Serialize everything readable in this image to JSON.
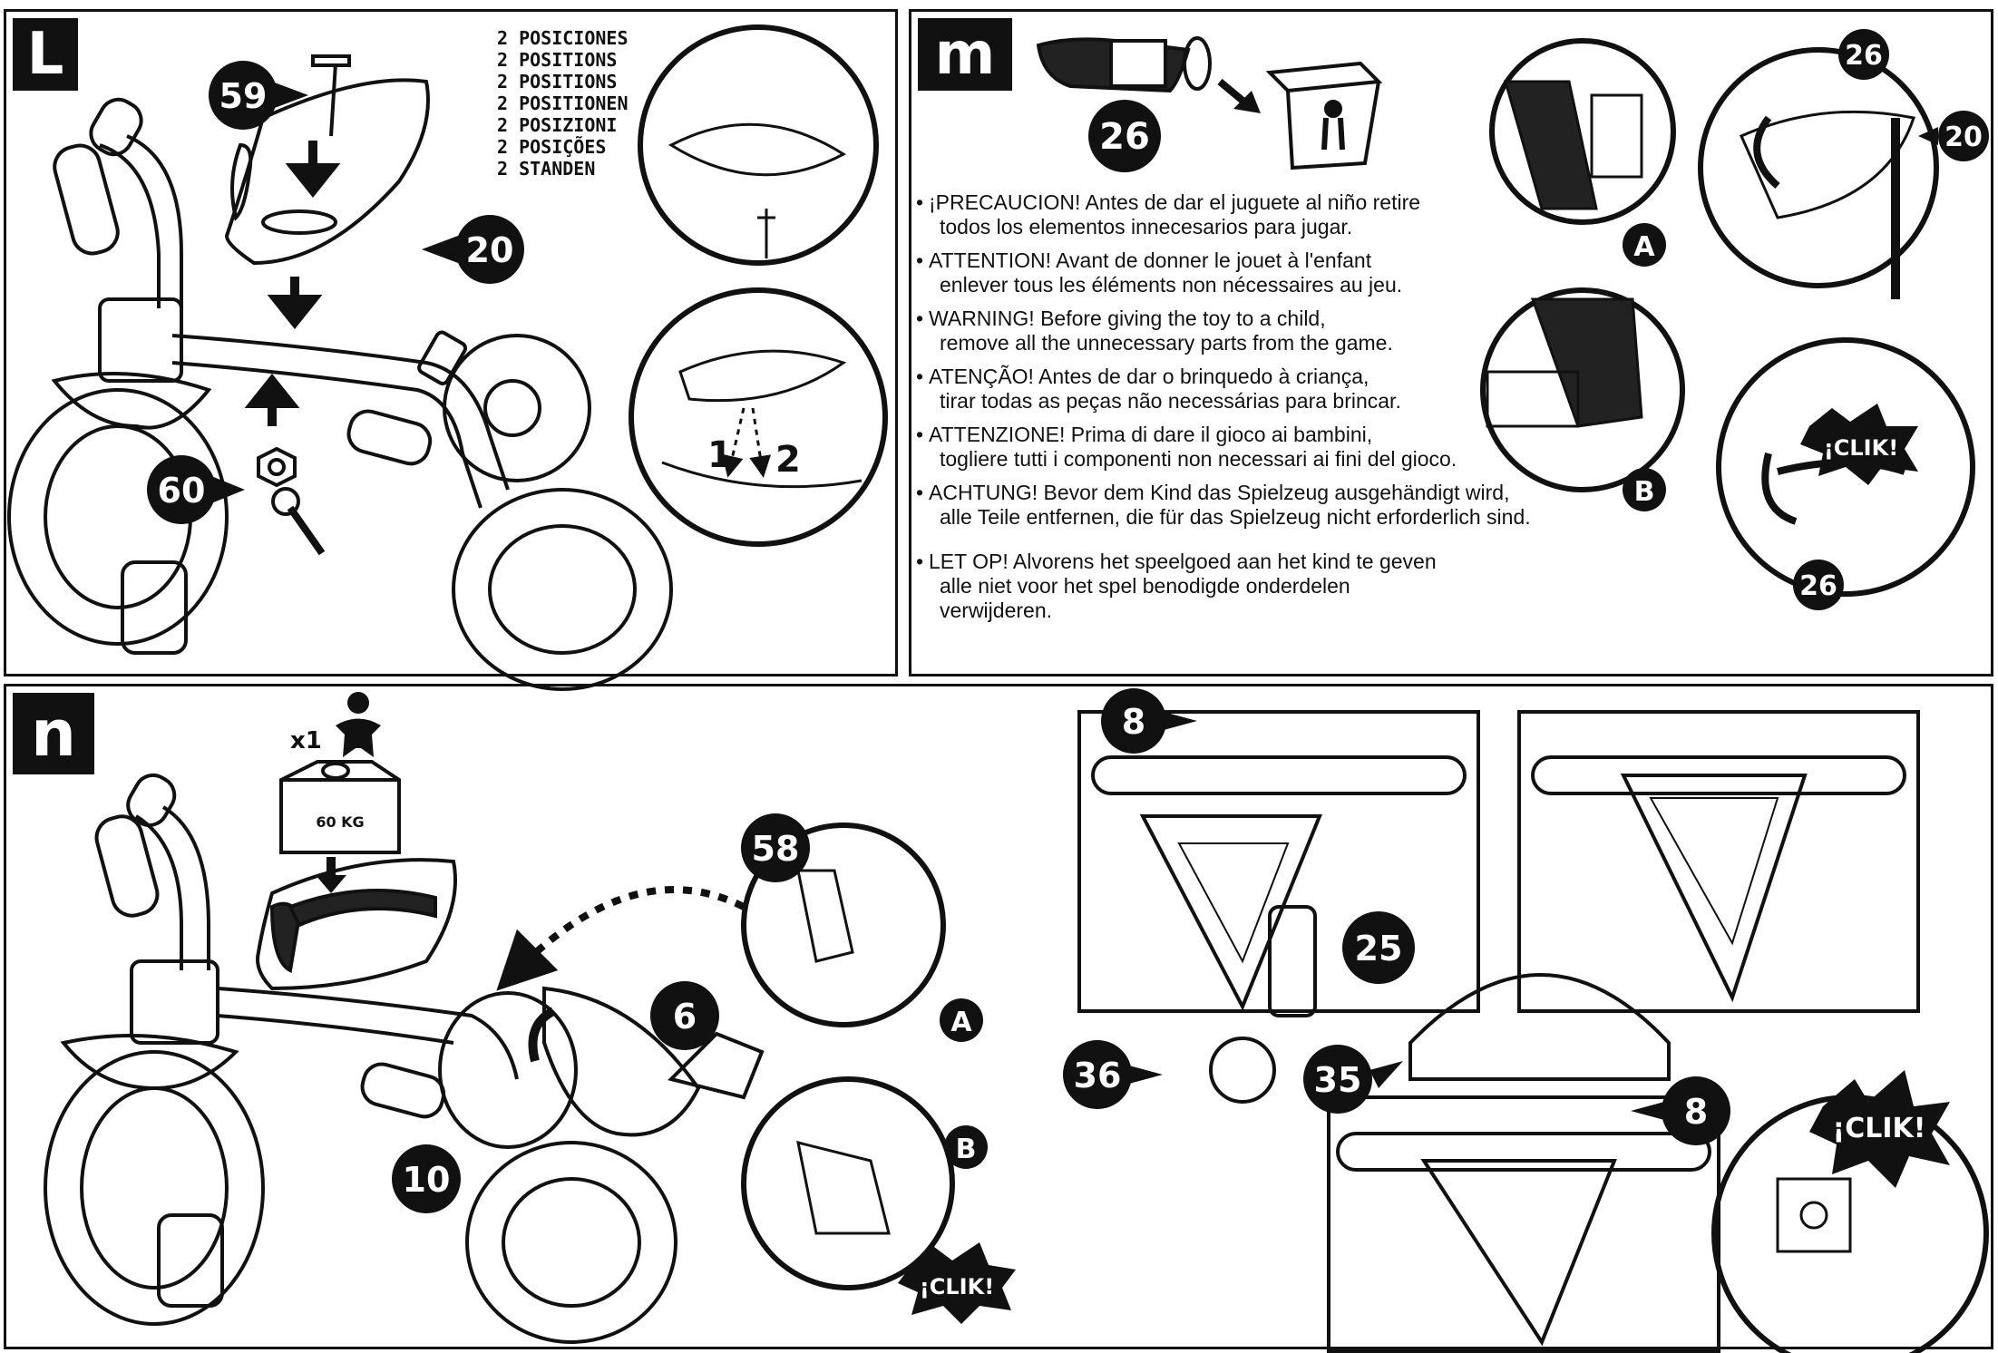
{
  "panels": {
    "l": {
      "letter": "L"
    },
    "m": {
      "letter": "m"
    },
    "n": {
      "letter": "n"
    }
  },
  "positions_list": [
    "2 POSICIONES",
    "2 POSITIONS",
    "2 POSITIONS",
    "2 POSITIONEN",
    "2 POSIZIONI",
    "2 POSIÇÕES",
    "2 STANDEN"
  ],
  "callouts": {
    "p59": "59",
    "p20a": "20",
    "p60": "60",
    "step1": "1",
    "step2": "2",
    "p26a": "26",
    "p26b": "26",
    "p20b": "20",
    "p26c": "26",
    "p58": "58",
    "p6": "6",
    "p10": "10",
    "p8a": "8",
    "p25": "25",
    "p36": "36",
    "p35": "35",
    "p8b": "8",
    "mA": "A",
    "mB": "B",
    "nA": "A",
    "nB": "B",
    "clik1": "¡CLIK!",
    "clik2": "¡CLIK!",
    "clik3": "¡CLIK!",
    "x1": "x1",
    "weight": "60 KG"
  },
  "warnings": [
    {
      "l1": "¡PRECAUCION! Antes de dar el juguete al niño retire",
      "l2": "todos los elementos innecesarios para jugar."
    },
    {
      "l1": "ATTENTION! Avant de donner le jouet à l'enfant",
      "l2": "enlever tous les éléments non nécessaires au jeu."
    },
    {
      "l1": "WARNING! Before giving the toy to a child,",
      "l2": "remove all the unnecessary parts from the game."
    },
    {
      "l1": "ATENÇÃO! Antes de dar o brinquedo à criança,",
      "l2": "tirar todas as peças não necessárias para brincar."
    },
    {
      "l1": "ATTENZIONE! Prima di dare il gioco ai bambini,",
      "l2": "togliere tutti i componenti non necessari ai fini del gioco."
    },
    {
      "l1": "ACHTUNG! Bevor dem Kind das Spielzeug ausgehändigt wird,",
      "l2": "alle Teile entfernen, die für das Spielzeug nicht erforderlich sind."
    },
    {
      "l1": "LET OP! Alvorens het speelgoed aan het kind te geven",
      "l2": "alle niet voor het spel benodigde onderdelen",
      "l3": "verwijderen."
    }
  ],
  "colors": {
    "ink": "#111111",
    "paper": "#ffffff"
  }
}
